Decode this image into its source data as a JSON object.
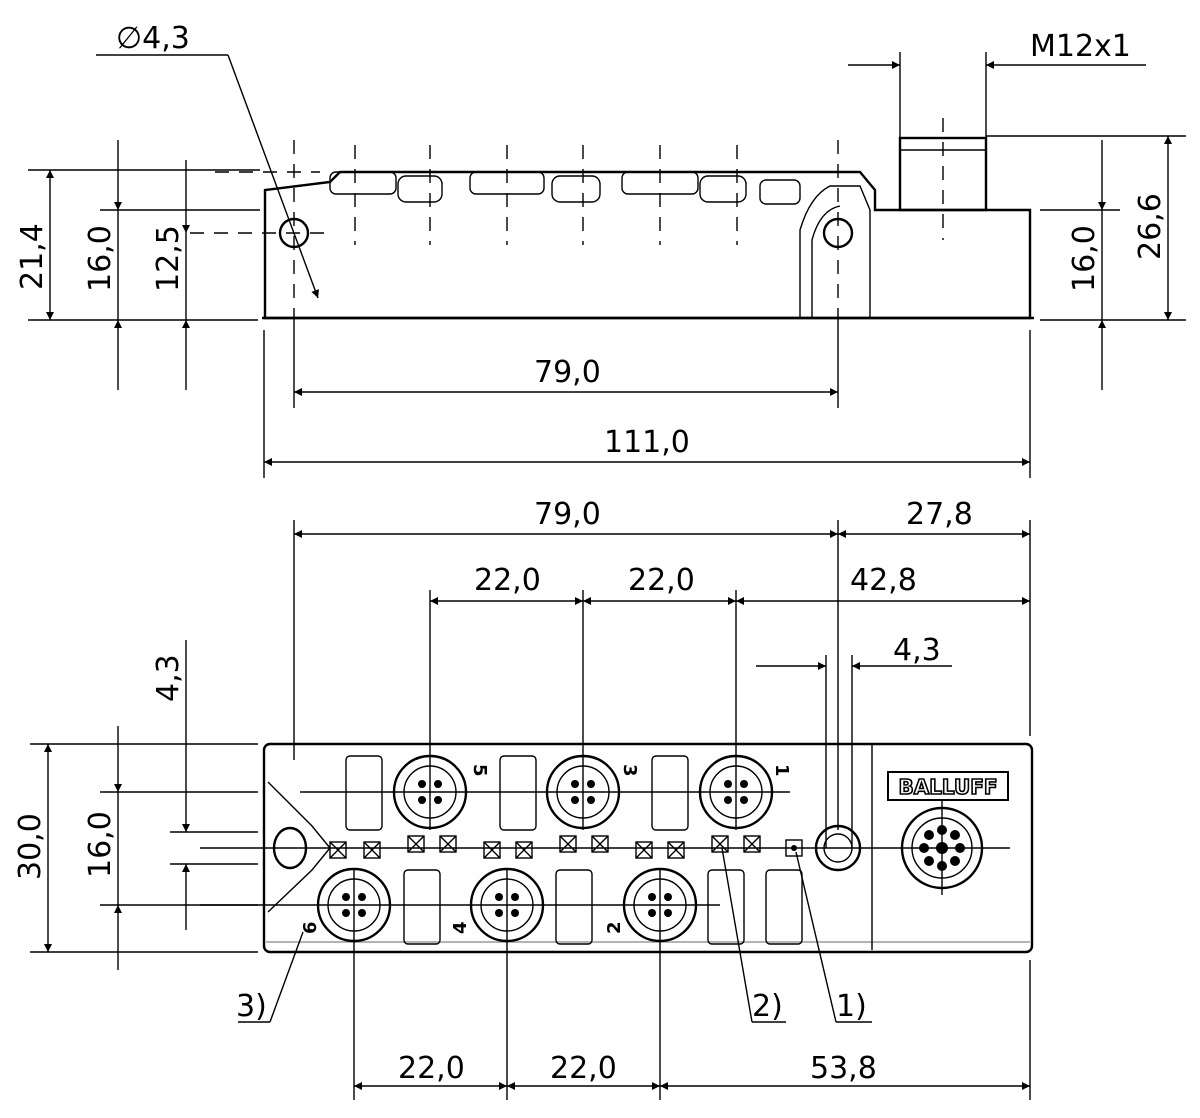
{
  "drawing": {
    "top_view": {
      "hole_diameter": "∅4,3",
      "connector_thread": "M12x1",
      "height_left_total": "21,4",
      "height_left_body": "16,0",
      "height_hole_center": "12,5",
      "height_right_total": "26,6",
      "height_right_body": "16,0",
      "hole_spacing": "79,0",
      "overall_length": "111,0"
    },
    "front_view": {
      "hole_spacing": "79,0",
      "right_offset": "27,8",
      "port_pitch_top_1": "22,0",
      "port_pitch_top_2": "22,0",
      "right_offset_ports": "42,8",
      "slot_width": "4,3",
      "small_height": "4,3",
      "overall_width": "30,0",
      "inner_height": "16,0",
      "port_pitch_bottom_1": "22,0",
      "port_pitch_bottom_2": "22,0",
      "right_offset_bottom": "53,8",
      "brand": "BALLUFF",
      "port_numbers": [
        "5",
        "3",
        "1",
        "6",
        "4",
        "2"
      ],
      "callouts": [
        "1)",
        "2)",
        "3)"
      ]
    }
  }
}
